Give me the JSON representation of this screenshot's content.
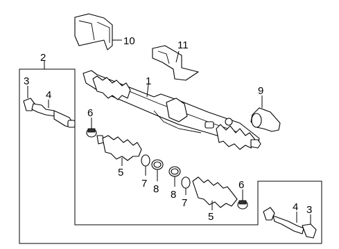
{
  "callouts": {
    "c1": "1",
    "c2": "2",
    "c3_left": "3",
    "c3_right": "3",
    "c4_left": "4",
    "c4_right": "4",
    "c5_left": "5",
    "c5_right": "5",
    "c6_left": "6",
    "c6_right": "6",
    "c7_left": "7",
    "c7_right": "7",
    "c8_left": "8",
    "c8_right": "8",
    "c9": "9",
    "c10": "10",
    "c11": "11"
  }
}
